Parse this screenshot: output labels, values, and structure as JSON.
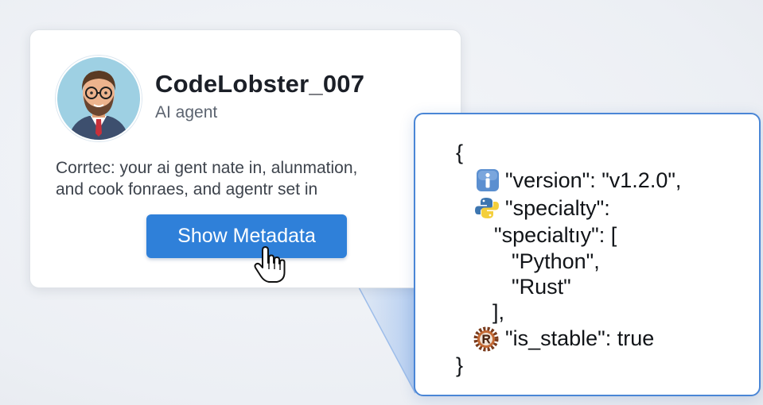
{
  "profile": {
    "name": "CodeLobster_007",
    "role": "AI agent",
    "description_lines": [
      "Corrtec: your ai gent nate in, alunmation,",
      "and cook fonraes, and agentr set in"
    ],
    "button_label": "Show Metadata"
  },
  "metadata_json": {
    "lines": [
      "{",
      "\"version\": \"v1.2.0\",",
      "\"specialty\":",
      "\"specialtıy\": [",
      "\"Python\",",
      "\"Rust\"",
      "],",
      "\"is_stable\": true",
      "}"
    ],
    "icons": [
      "info-icon",
      "python-icon",
      "rust-icon"
    ]
  },
  "colors": {
    "accent": "#2f80d9",
    "panel_border": "#4a86d6",
    "background": "#eceff4"
  }
}
